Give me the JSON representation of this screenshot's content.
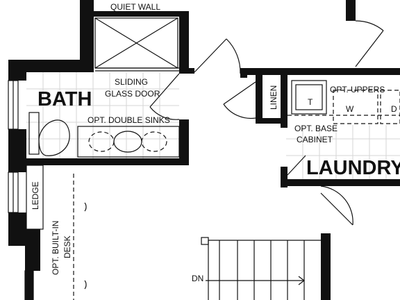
{
  "labels": {
    "quiet_wall": "QUIET WALL",
    "bath": "BATH",
    "sliding_line1": "SLIDING",
    "sliding_line2": "GLASS DOOR",
    "double_sinks": "OPT. DOUBLE SINKS",
    "linen": "LINEN",
    "opt_uppers": "OPT. UPPERS",
    "appliance_t": "T",
    "appliance_w": "W",
    "appliance_d": "D",
    "opt_base": "OPT. BASE",
    "cabinet": "CABINET",
    "laundry": "LAUNDRY",
    "ledge": "LEDGE",
    "desk_line1": "OPT. BUILT-IN",
    "desk_line2": "DESK",
    "dn": "DN"
  }
}
